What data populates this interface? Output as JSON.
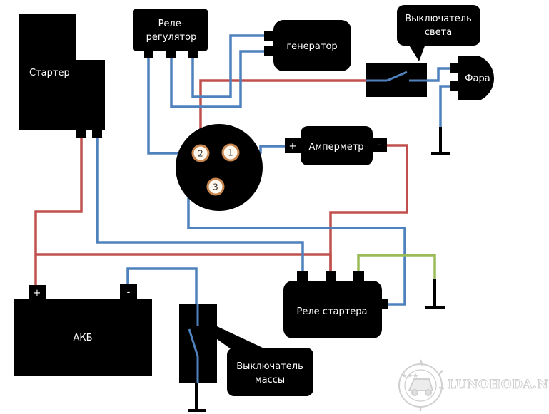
{
  "diagram": {
    "title": "",
    "wire_colors": {
      "positive": "#c0504d",
      "signal": "#4f81bd",
      "ground_link": "#9bbb59",
      "ground": "#000000"
    },
    "components": {
      "starter": {
        "label": "Стартер"
      },
      "voltage_regulator": {
        "label_line1": "Реле-",
        "label_line2": "регулятор"
      },
      "generator": {
        "label": "генератор"
      },
      "light_switch": {
        "label_line1": "Выключатель",
        "label_line2": "света"
      },
      "headlight": {
        "label": "Фара"
      },
      "ignition_switch": {
        "terminals": [
          "1",
          "2",
          "3"
        ]
      },
      "ammeter": {
        "label": "Амперметр",
        "plus": "+",
        "minus": "-"
      },
      "battery": {
        "label": "АКБ",
        "plus": "+",
        "minus": "-"
      },
      "ground_switch": {
        "label_line1": "Выключатель",
        "label_line2": "массы"
      },
      "starter_relay": {
        "label": "Реле стартера"
      }
    },
    "watermark": {
      "text": "LUNOHODA.NET"
    }
  }
}
